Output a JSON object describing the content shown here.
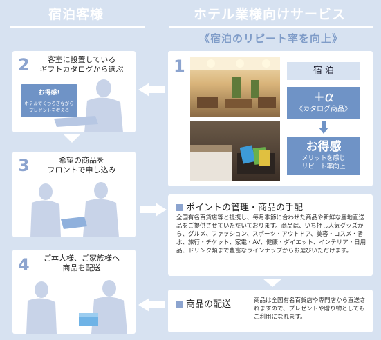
{
  "header": {
    "left_title": "宿泊客様",
    "right_title": "ホテル業様向けサービス",
    "right_subtitle": "《宿泊のリピート率を向上》"
  },
  "steps": [
    {
      "number": "1"
    },
    {
      "number": "2",
      "text_line1": "客室に設置している",
      "text_line2": "ギフトカタログから選ぶ",
      "badge_title": "お得感!",
      "badge_line1": "ホテルでくつろぎながら",
      "badge_line2": "プレゼントを考える"
    },
    {
      "number": "3",
      "text_line1": "希望の商品を",
      "text_line2": "フロントで申し込み"
    },
    {
      "number": "4",
      "text_line1": "ご本人様、ご家族様へ",
      "text_line2": "商品を配送"
    }
  ],
  "service": {
    "box1": "宿 泊",
    "box2_main": "+α",
    "box2_sub": "《カタログ商品》",
    "box3_main": "お得感",
    "box3_line1": "メリットを感じ",
    "box3_line2": "リピート率向上"
  },
  "points": {
    "title": "ポイントの管理・商品の手配",
    "body": "全国有名百貨店等と提携し、毎月季節に合わせた商品や新鮮な産地直送品をご提供させていただいております。商品は、いち押し人気グッズから、グルメ、ファッション、スポーツ・アウトドア、美容・コスメ・香水、旅行・チケット、家電・AV、健康・ダイエット、インテリア・日用品、ドリンク類まで豊富なラインナップからお選びいただけます。"
  },
  "delivery": {
    "title": "商品の配送",
    "body": "商品は全国有名百貨店や専門店から直送されますので、プレゼントや贈り物としてもご利用になれます。"
  },
  "colors": {
    "background": "#d7e2f1",
    "accent": "#6f93c6",
    "number": "#8ca4cf"
  }
}
